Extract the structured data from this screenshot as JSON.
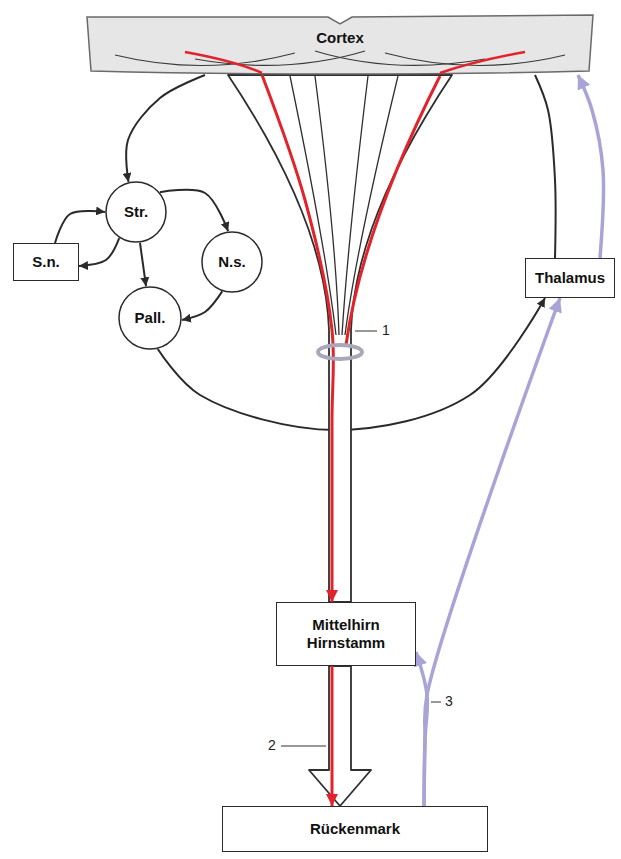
{
  "diagram": {
    "nodes": [
      {
        "text": [
          "Cortex"
        ]
      },
      {
        "text": [
          "Str."
        ]
      },
      {
        "text": [
          "S.n."
        ]
      },
      {
        "text": [
          "N.s."
        ]
      },
      {
        "text": [
          "Pall."
        ]
      },
      {
        "text": [
          "Thalamus"
        ]
      },
      {
        "text": [
          "Mittelhirn Hirnstamm"
        ]
      },
      {
        "text": [
          "Rückenmark"
        ]
      }
    ],
    "edges": [
      {
        "from": 0,
        "to": 1,
        "arrow": "to"
      },
      {
        "from": 1,
        "to": 2,
        "arrow": "to"
      },
      {
        "from": 2,
        "to": 1,
        "arrow": "to"
      },
      {
        "from": 1,
        "to": 3,
        "arrow": "to"
      },
      {
        "from": 1,
        "to": 4,
        "arrow": "to"
      },
      {
        "from": 3,
        "to": 4,
        "arrow": "to"
      },
      {
        "from": 4,
        "to": 5,
        "arrow": "to"
      },
      {
        "from": 5,
        "to": 0,
        "arrow": "none"
      },
      {
        "from": 5,
        "to": 0,
        "arrow": "to"
      },
      {
        "from": 0,
        "to": 6,
        "arrow": "none"
      },
      {
        "from": 6,
        "to": 7,
        "arrow": "to"
      },
      {
        "from": 0,
        "to": 6,
        "arrow": "to"
      },
      {
        "from": 6,
        "to": 7,
        "arrow": "to"
      },
      {
        "from": 7,
        "to": 6,
        "arrow": "to"
      },
      {
        "from": 7,
        "to": 5,
        "arrow": "to"
      }
    ],
    "labels": [
      "1",
      "2",
      "3"
    ]
  }
}
